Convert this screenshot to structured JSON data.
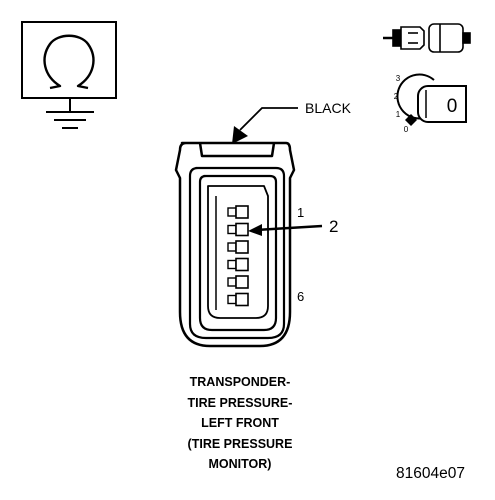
{
  "connector": {
    "color_label": "BLACK",
    "pin_first": "1",
    "pin_last": "6",
    "callout": "2",
    "pins": [
      1,
      2,
      3,
      4,
      5,
      6
    ]
  },
  "ignition": {
    "positions": [
      "3",
      "2",
      "1",
      "0"
    ],
    "key_label": "0"
  },
  "caption_lines": [
    "TRANSPONDER-",
    "TIRE PRESSURE-",
    "LEFT FRONT",
    "(TIRE PRESSURE",
    "MONITOR)"
  ],
  "figure_id": "81604e07"
}
